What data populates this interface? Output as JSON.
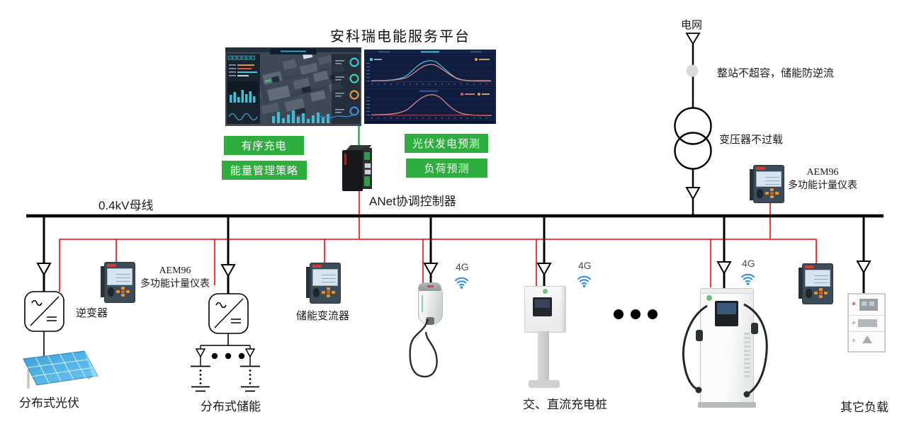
{
  "title": "安科瑞电能服务平台",
  "strategies": {
    "ordered_charging": "有序充电",
    "energy_mgmt": "能量管理策略",
    "pv_forecast": "光伏发电预测",
    "load_forecast": "负荷预测"
  },
  "controller_label": "ANet协调控制器",
  "grid_section": {
    "grid_label": "电网",
    "station_constraint": "整站不超容，储能防逆流",
    "transformer_constraint": "变压器不过载"
  },
  "bus_label": "0.4kV母线",
  "meter": {
    "model": "AEM96",
    "name": "多功能计量仪表"
  },
  "pv_branch": {
    "inverter_label": "逆变器",
    "branch_label": "分布式光伏"
  },
  "storage_branch": {
    "converter_label": "储能变流器",
    "branch_label": "分布式储能"
  },
  "charger_branch": {
    "network_label": "4G",
    "branch_label": "交、直流充电桩"
  },
  "other_loads_label": "其它负载",
  "colors": {
    "accent_green": "#2eae3e",
    "wire_red": "#ff0000",
    "wire_green": "#22b14c",
    "wifi_blue": "#1e88e5"
  }
}
